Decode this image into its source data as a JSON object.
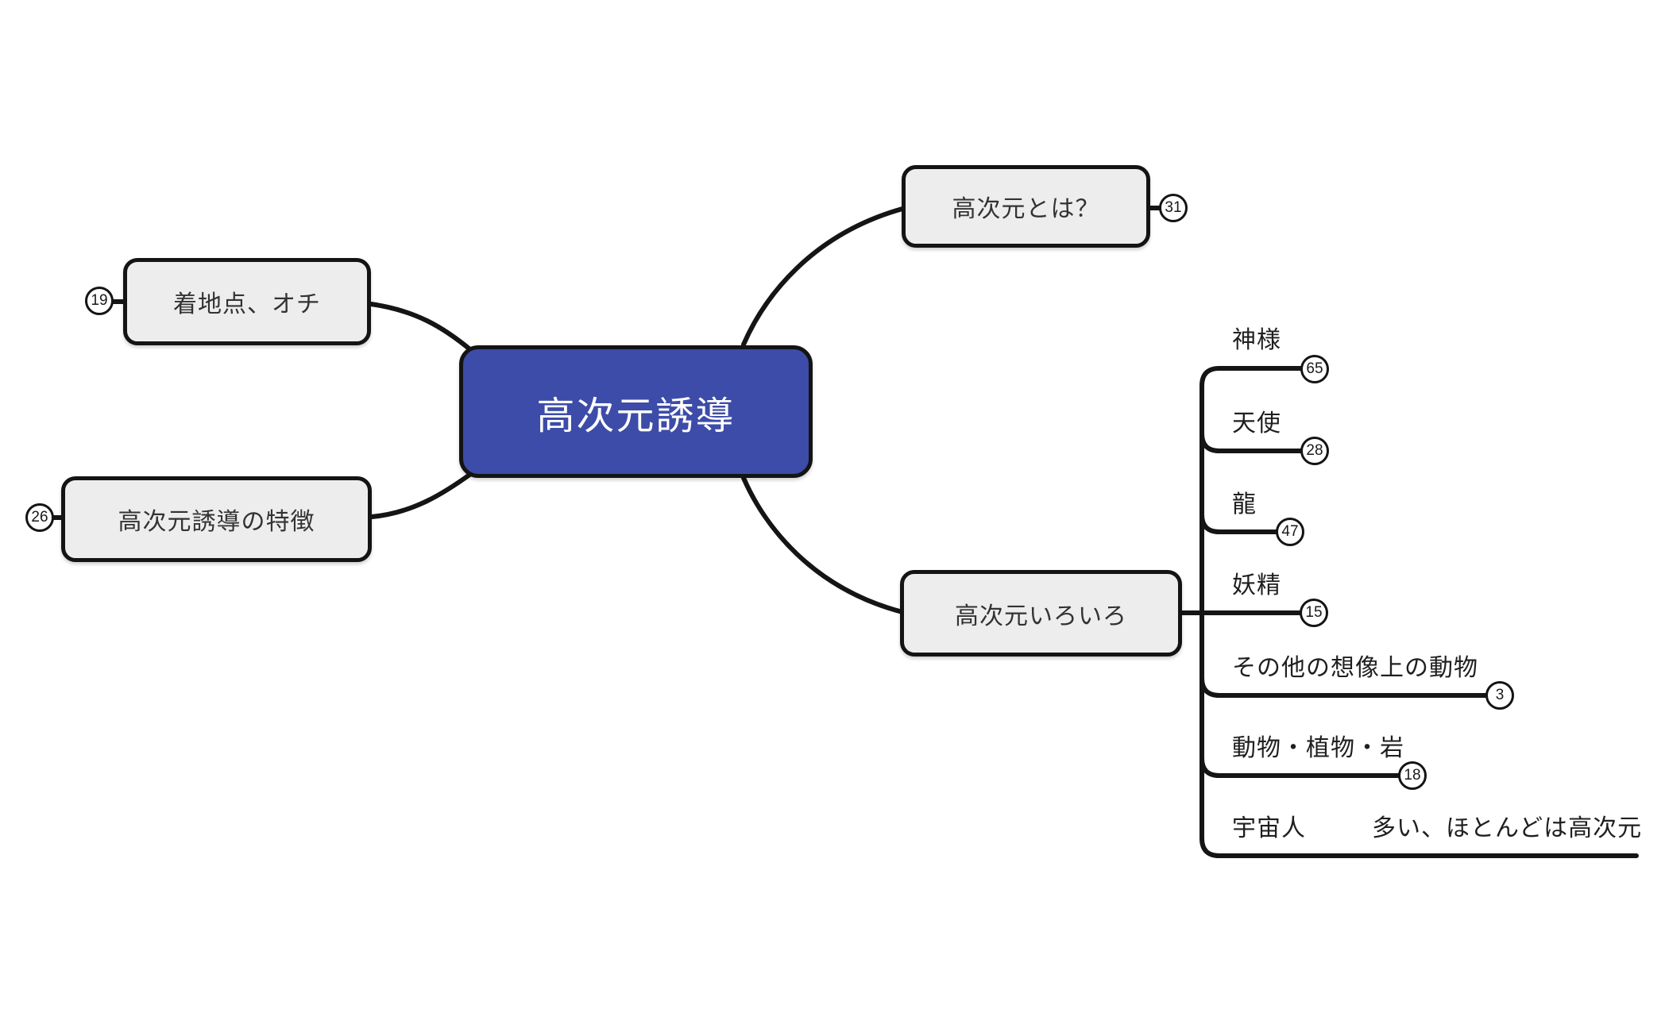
{
  "root": {
    "label": "高次元誘導"
  },
  "nodes": {
    "landing": {
      "label": "着地点、オチ",
      "badge": "19"
    },
    "features": {
      "label": "高次元誘導の特徴",
      "badge": "26"
    },
    "what_is": {
      "label": "高次元とは？",
      "badge": "31"
    },
    "various": {
      "label": "高次元いろいろ"
    }
  },
  "children": [
    {
      "label": "神様",
      "badge": "65"
    },
    {
      "label": "天使",
      "badge": "28"
    },
    {
      "label": "龍",
      "badge": "47"
    },
    {
      "label": "妖精",
      "badge": "15"
    },
    {
      "label": "その他の想像上の動物",
      "badge": "3"
    },
    {
      "label": "動物・植物・岩",
      "badge": "18"
    },
    {
      "label": "宇宙人",
      "badge": ""
    }
  ],
  "grandchild": {
    "label": "多い、ほとんどは高次元"
  },
  "colors": {
    "root_bg": "#3d4ca8",
    "root_text": "#ffffff",
    "node_bg": "#ededed",
    "node_border": "#141414",
    "line": "#151515",
    "badge_bg": "#ffffff",
    "background": "#ffffff"
  }
}
